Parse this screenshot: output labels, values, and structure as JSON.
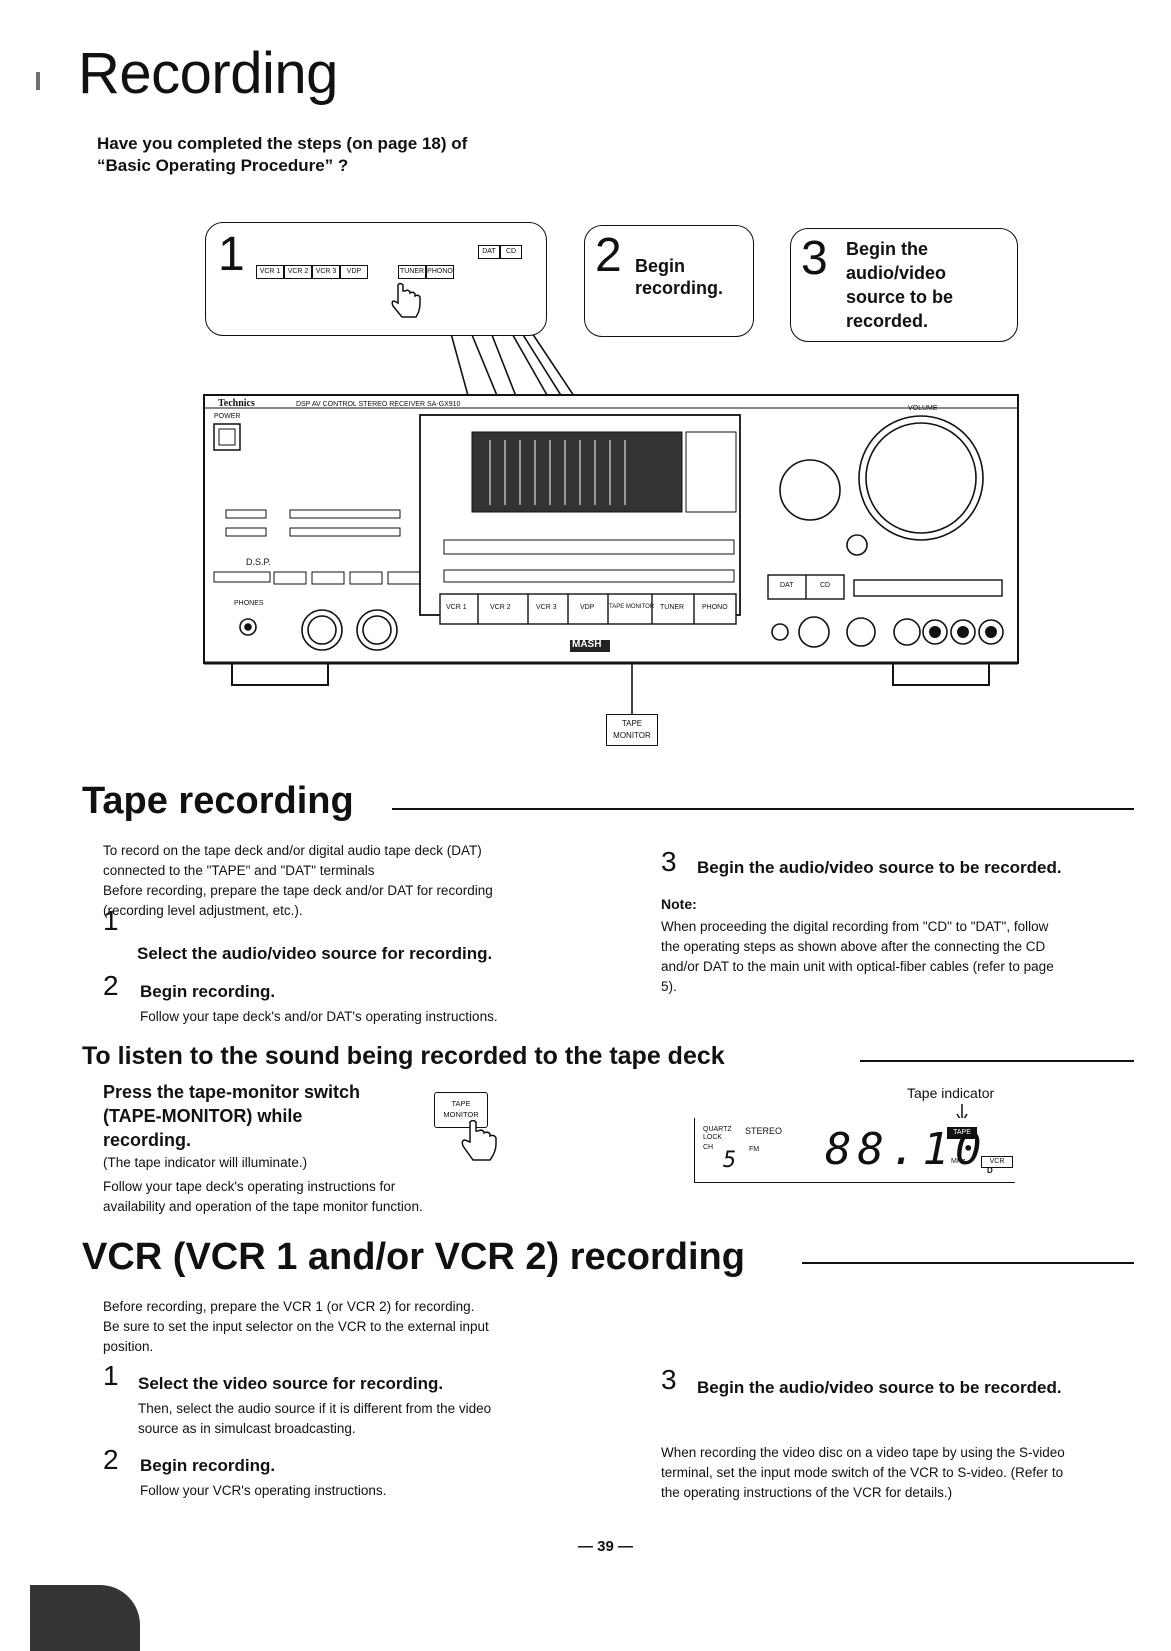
{
  "page": {
    "title": "Recording",
    "intro_line1": "Have you completed the steps (on page 18) of",
    "intro_line2": "“Basic Operating Procedure” ?",
    "page_number": "— 39 —"
  },
  "diagram": {
    "callout1_number": "1",
    "callout1_buttons": [
      "VCR 1",
      "VCR 2",
      "VCR 3",
      "VDP"
    ],
    "callout1_buttons_b": [
      "TUNER",
      "PHONO"
    ],
    "callout1_buttons_c": [
      "DAT",
      "CD"
    ],
    "callout2_number": "2",
    "callout2_text_line1": "Begin",
    "callout2_text_line2": "recording.",
    "callout3_number": "3",
    "callout3_text_line1": "Begin the",
    "callout3_text_line2": "audio/video",
    "callout3_text_line3": "source to be",
    "callout3_text_line4": "recorded.",
    "receiver_brand": "Technics",
    "receiver_model": "DSP AV CONTROL STEREO RECEIVER SA-GX910",
    "receiver_power": "POWER",
    "receiver_dsp": "D.S.P.",
    "receiver_mash": "MASH",
    "receiver_phones": "PHONES",
    "receiver_volume": "VOLUME",
    "receiver_input_buttons": [
      "VCR 1",
      "VCR 2",
      "VCR 3",
      "VDP",
      "TAPE MONITOR",
      "TUNER",
      "PHONO"
    ],
    "receiver_dat_cd": [
      "DAT",
      "CD"
    ],
    "tape_monitor_label_line1": "TAPE",
    "tape_monitor_label_line2": "MONITOR"
  },
  "tape_recording": {
    "heading": "Tape recording",
    "intro_line1": "To record on the tape deck and/or digital audio tape deck (DAT)",
    "intro_line2": "connected to the \"TAPE\" and \"DAT\" terminals",
    "intro_line3": "Before recording, prepare the tape deck and/or DAT for recording",
    "intro_line4": "(recording level adjustment, etc.).",
    "step1_num": "1",
    "step1_text": "Select the audio/video source for recording.",
    "step2_num": "2",
    "step2_text": "Begin recording.",
    "step2_sub": "Follow your tape deck's and/or DAT's operating instructions.",
    "step3_num": "3",
    "step3_text": "Begin the audio/video source to be recorded.",
    "note_label": "Note:",
    "note_line1": "When proceeding the digital recording from \"CD\" to \"DAT\", follow",
    "note_line2": "the operating steps as shown above after the connecting the CD",
    "note_line3": "and/or DAT to the main unit with optical-fiber cables (refer to page",
    "note_line4": "5)."
  },
  "listen": {
    "heading": "To listen to the sound being recorded to the tape deck",
    "bold_line1": "Press the tape-monitor switch",
    "bold_line2": "(TAPE-MONITOR) while",
    "bold_line3": "recording.",
    "paren": "(The tape indicator will illuminate.)",
    "line1": "Follow your tape deck's operating instructions for",
    "line2": "availability and operation of the tape monitor function.",
    "switch_label_line1": "TAPE",
    "switch_label_line2": "MONITOR",
    "indicator_label": "Tape indicator",
    "display_quartz": "QUARTZ",
    "display_lock": "LOCK",
    "display_stereo": "STEREO",
    "display_ch": "CH",
    "display_fm": "FM",
    "display_ch_value": "5",
    "display_freq": "88.10",
    "display_mhz": "MHz",
    "display_tape": "TAPE",
    "display_vcr": "VCR",
    "display_d": "D"
  },
  "vcr": {
    "heading": "VCR (VCR 1 and/or VCR 2) recording",
    "intro_line1": "Before recording, prepare the VCR 1 (or VCR 2) for recording.",
    "intro_line2": "Be sure to set the input selector on the VCR to the external input",
    "intro_line3": "position.",
    "step1_num": "1",
    "step1_text": "Select the video source for recording.",
    "step1_sub1": "Then, select the audio source if it is different from the video",
    "step1_sub2": "source as in simulcast broadcasting.",
    "step2_num": "2",
    "step2_text": "Begin recording.",
    "step2_sub": "Follow your VCR's operating instructions.",
    "step3_num": "3",
    "step3_text": "Begin the audio/video source to be recorded.",
    "svideo_line1": "When recording the video disc on a video tape by using the S-video",
    "svideo_line2": "terminal, set the input mode switch of the VCR to S-video. (Refer to",
    "svideo_line3": "the operating instructions of the VCR for details.)"
  }
}
